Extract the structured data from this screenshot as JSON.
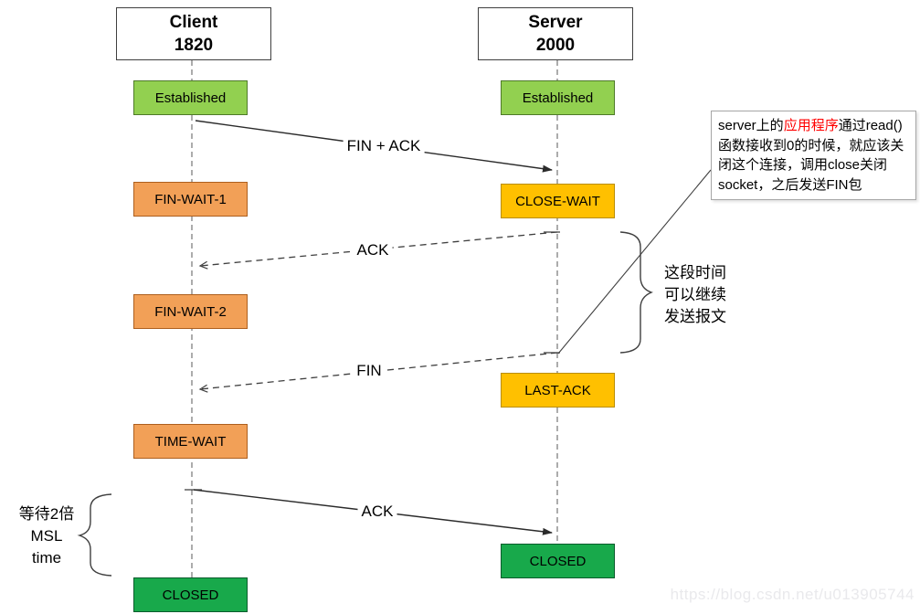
{
  "colors": {
    "state_green": "#92D050",
    "state_orange": "#F2A057",
    "state_gold": "#FFC000",
    "state_deep_green": "#18A94B",
    "line": "#2B2B2B",
    "lifeline_gray": "#7F7F7F",
    "note_highlight_red": "#FF0000"
  },
  "actors": {
    "client": {
      "name": "Client",
      "port": "1820"
    },
    "server": {
      "name": "Server",
      "port": "2000"
    }
  },
  "states": {
    "client_established": "Established",
    "fin_wait_1": "FIN-WAIT-1",
    "fin_wait_2": "FIN-WAIT-2",
    "time_wait": "TIME-WAIT",
    "client_closed": "CLOSED",
    "server_established": "Established",
    "close_wait": "CLOSE-WAIT",
    "last_ack": "LAST-ACK",
    "server_closed": "CLOSED"
  },
  "messages": {
    "fin_ack": "FIN + ACK",
    "ack_1": "ACK",
    "fin": "FIN",
    "ack_2": "ACK"
  },
  "annotations": {
    "server_note_prefix": "server上的",
    "server_note_highlight": "应用程序",
    "server_note_suffix": "通过read()函数接收到0的时候，就应该关闭这个连接，调用close关闭socket，之后发送FIN包",
    "continue_note": "这段时间\n可以继续\n发送报文",
    "msl_note": "等待2倍\nMSL\ntime",
    "watermark": "https://blog.csdn.net/u013905744"
  }
}
